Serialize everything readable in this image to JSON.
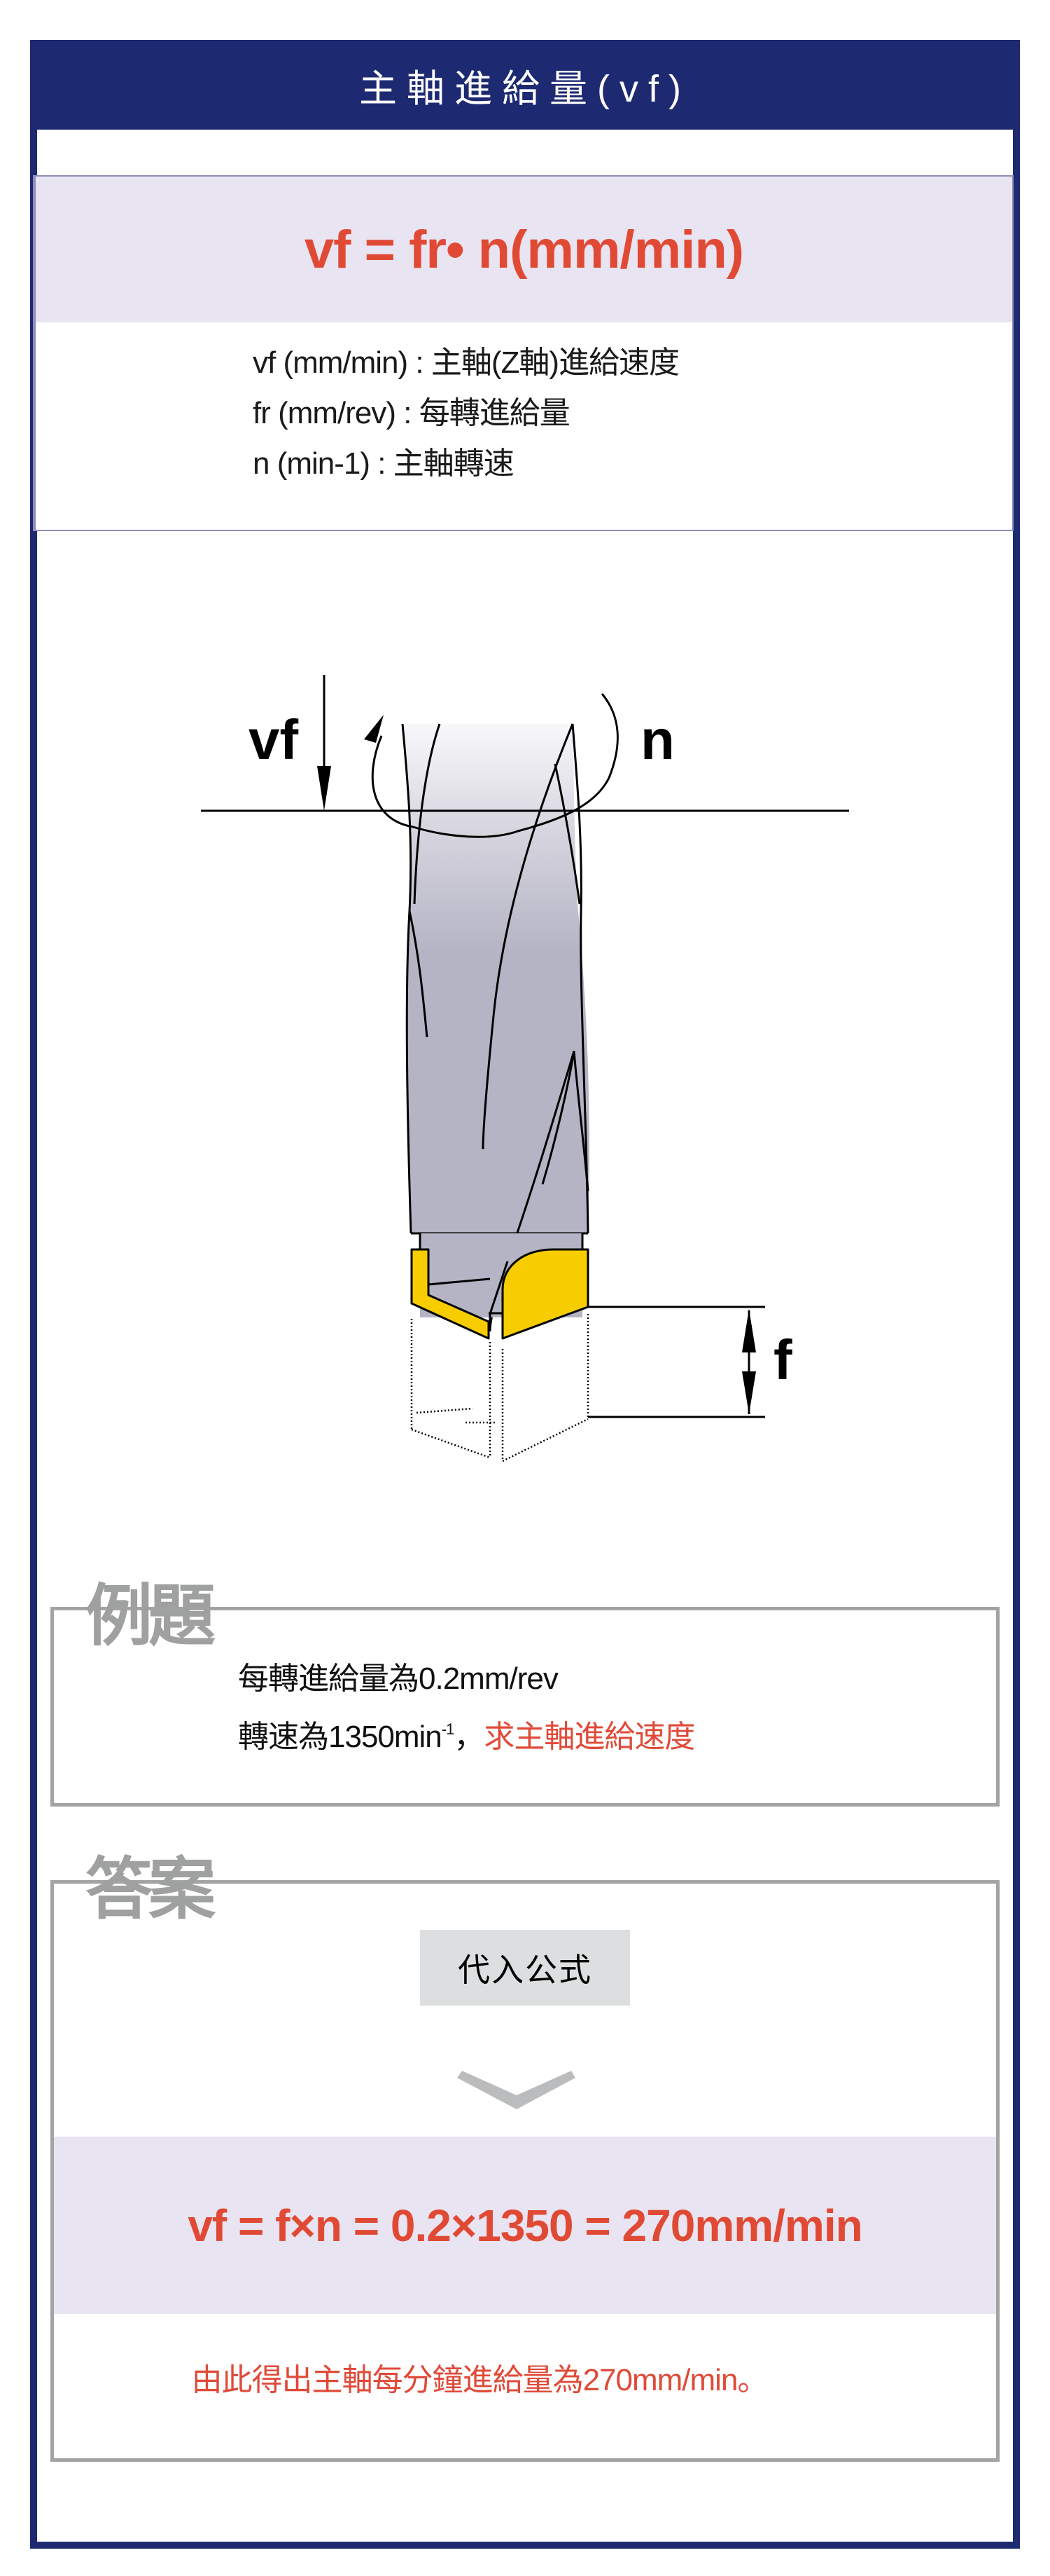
{
  "header": {
    "title": "主軸進給量(vf)",
    "background_color": "#1d2a72"
  },
  "formula": {
    "main": "vf = fr• n(mm/min)",
    "color": "#e04a35",
    "band_color": "#e9e4f1",
    "definitions": [
      "vf (mm/min) : 主軸(Z軸)進給速度",
      "fr (mm/rev) : 每轉進給量",
      "n (min-1) : 主軸轉速"
    ]
  },
  "diagram": {
    "labels": {
      "feed_velocity": "vf",
      "rotation": "n",
      "feed_per_rev": "f"
    },
    "colors": {
      "drill_body": "#b5b4c4",
      "insert": "#f8cd00",
      "line": "#000000"
    }
  },
  "example": {
    "title": "例題",
    "line1": "每轉進給量為0.2mm/rev",
    "line2_prefix": "轉速為1350min",
    "line2_sup": "-1",
    "line2_comma": "，",
    "line2_question": "求主軸進給速度"
  },
  "answer": {
    "title": "答案",
    "step_label": "代入公式",
    "chevron_icon": "chevron-down-icon",
    "calculation": "vf = f×n = 0.2×1350 = 270mm/min",
    "conclusion": "由此得出主軸每分鐘進給量為270mm/min。",
    "highlight_color": "#e04a38"
  }
}
